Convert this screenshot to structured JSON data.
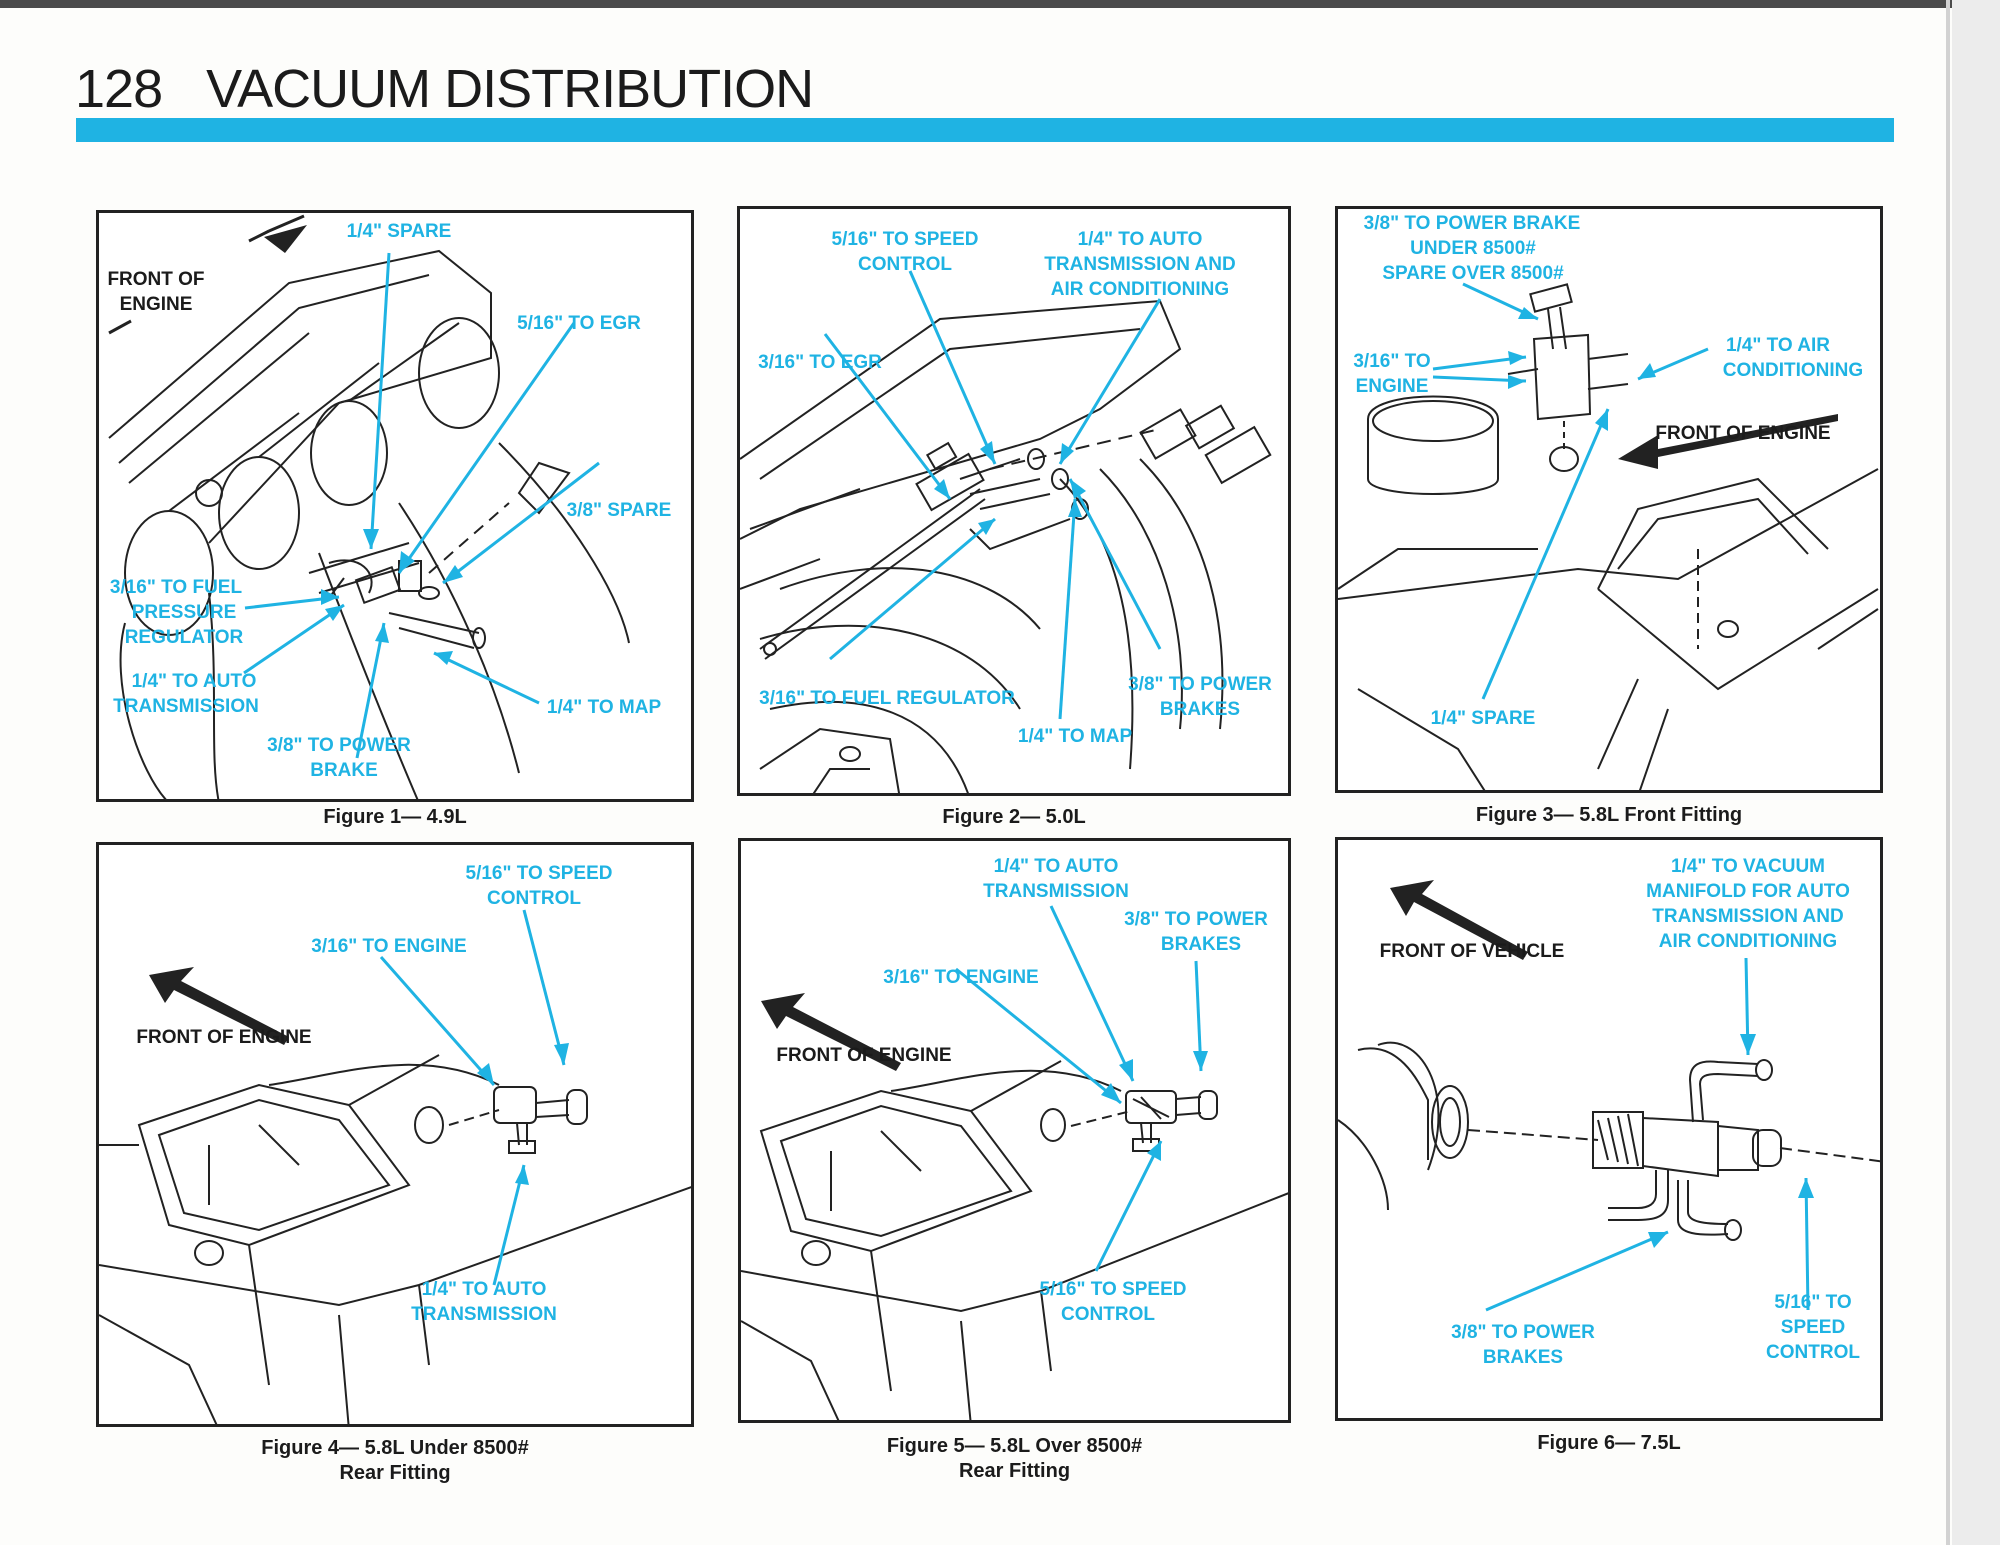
{
  "header": {
    "page_number": "128",
    "title": "VACUUM DISTRIBUTION"
  },
  "figures": [
    {
      "caption": "Figure 1— 4.9L",
      "labels": [
        "1/4\" SPARE",
        "FRONT OF",
        "ENGINE",
        "5/16\" TO EGR",
        "3/8\" SPARE",
        "3/16\" TO FUEL",
        "PRESSURE",
        "REGULATOR",
        "1/4\" TO AUTO",
        "TRANSMISSION",
        "1/4\" TO MAP",
        "3/8\" TO POWER",
        "BRAKE"
      ]
    },
    {
      "caption": "Figure 2— 5.0L",
      "labels": [
        "5/16\" TO SPEED",
        "CONTROL",
        "1/4\" TO AUTO",
        "TRANSMISSION AND",
        "AIR CONDITIONING",
        "3/16\" TO EGR",
        "3/16\" TO FUEL REGULATOR",
        "3/8\" TO POWER",
        "BRAKES",
        "1/4\" TO MAP"
      ]
    },
    {
      "caption": "Figure 3— 5.8L Front Fitting",
      "labels": [
        "3/8\" TO POWER BRAKE",
        "UNDER 8500#",
        "SPARE OVER 8500#",
        "3/16\" TO",
        "ENGINE",
        "1/4\" TO AIR",
        "CONDITIONING",
        "FRONT OF ENGINE",
        "1/4\" SPARE"
      ]
    },
    {
      "caption": "Figure 4— 5.8L Under 8500#",
      "caption2": "Rear Fitting",
      "labels": [
        "5/16\" TO SPEED",
        "CONTROL",
        "3/16\" TO ENGINE",
        "FRONT OF ENGINE",
        "1/4\" TO AUTO",
        "TRANSMISSION"
      ]
    },
    {
      "caption": "Figure 5— 5.8L Over 8500#",
      "caption2": "Rear Fitting",
      "labels": [
        "1/4\" TO AUTO",
        "TRANSMISSION",
        "3/8\" TO POWER",
        "BRAKES",
        "3/16\" TO ENGINE",
        "FRONT OF ENGINE",
        "5/16\" TO SPEED",
        "CONTROL"
      ]
    },
    {
      "caption": "Figure 6— 7.5L",
      "labels": [
        "1/4\" TO VACUUM",
        "MANIFOLD FOR AUTO",
        "TRANSMISSION AND",
        "AIR CONDITIONING",
        "FRONT OF VEHICLE",
        "3/8\" TO POWER",
        "BRAKES",
        "5/16\" TO",
        "SPEED",
        "CONTROL"
      ]
    }
  ],
  "colors": {
    "accent": "#1fb3e3",
    "ink": "#1b1b1b"
  }
}
